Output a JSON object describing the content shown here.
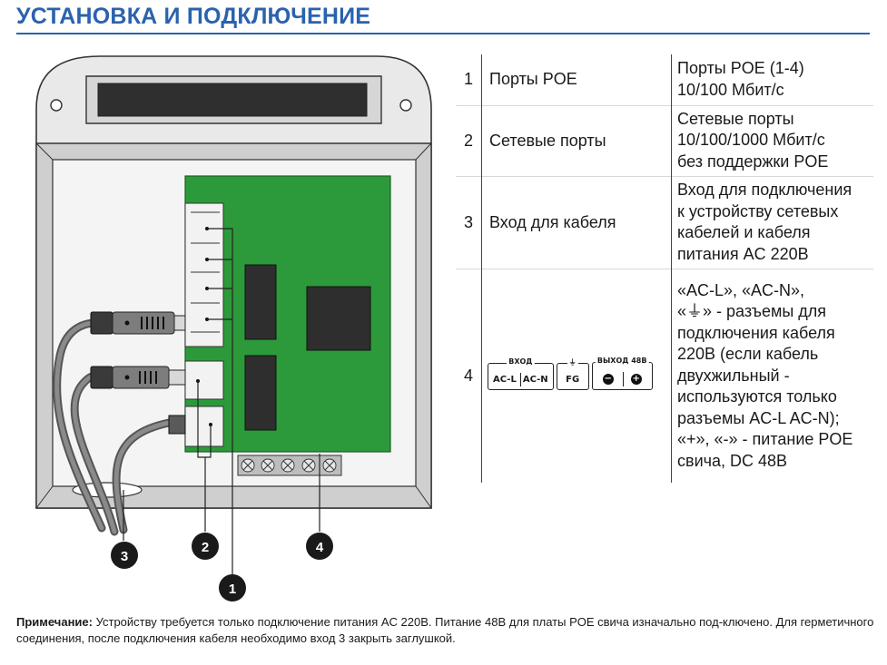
{
  "header": {
    "title": "УСТАНОВКА И ПОДКЛЮЧЕНИЕ"
  },
  "callouts": [
    "1",
    "2",
    "3",
    "4"
  ],
  "table": {
    "rows": [
      {
        "num": "1",
        "name": "Порты POE",
        "desc_lines": [
          "Порты POE (1-4)",
          "10/100 Мбит/с"
        ]
      },
      {
        "num": "2",
        "name": "Сетевые порты",
        "desc_lines": [
          "Сетевые порты",
          "10/100/1000 Мбит/с",
          "без поддержки POE"
        ]
      },
      {
        "num": "3",
        "name": "Вход для кабеля",
        "desc_lines": [
          "Вход для подключения",
          "к устройству сетевых",
          "кабелей и кабеля",
          "питания AC 220В"
        ]
      },
      {
        "num": "4",
        "name": "",
        "desc_lines": [
          "«AC-L», «AC-N»,",
          "«⏚» - разъемы для",
          "подключения кабеля",
          "220В (если кабель",
          "двухжильный -",
          "используются только",
          "разъемы AC-L AC-N);",
          "«+», «-» - питание POE",
          "свича, DC 48В"
        ]
      }
    ],
    "terminal": {
      "input_label": "ВХОД",
      "ac_l": "AC-L",
      "ac_n": "AC-N",
      "fg_label": "⏚",
      "fg": "FG",
      "output_label": "ВЫХОД 48В",
      "minus": "−",
      "plus": "+"
    }
  },
  "note": {
    "label": "Примечание:",
    "text": " Устройству требуется только подключение питания AC 220В. Питание 48В для платы POE свича изначально под-ключено. Для герметичного соединения, после подключения кабеля необходимо вход 3 закрыть заглушкой."
  },
  "colors": {
    "title": "#2a62ad",
    "pcb": "#2c9a3a",
    "enclosure": "#e8e8e8",
    "enclosure_stroke": "#333333",
    "callout": "#1a1a1a"
  }
}
